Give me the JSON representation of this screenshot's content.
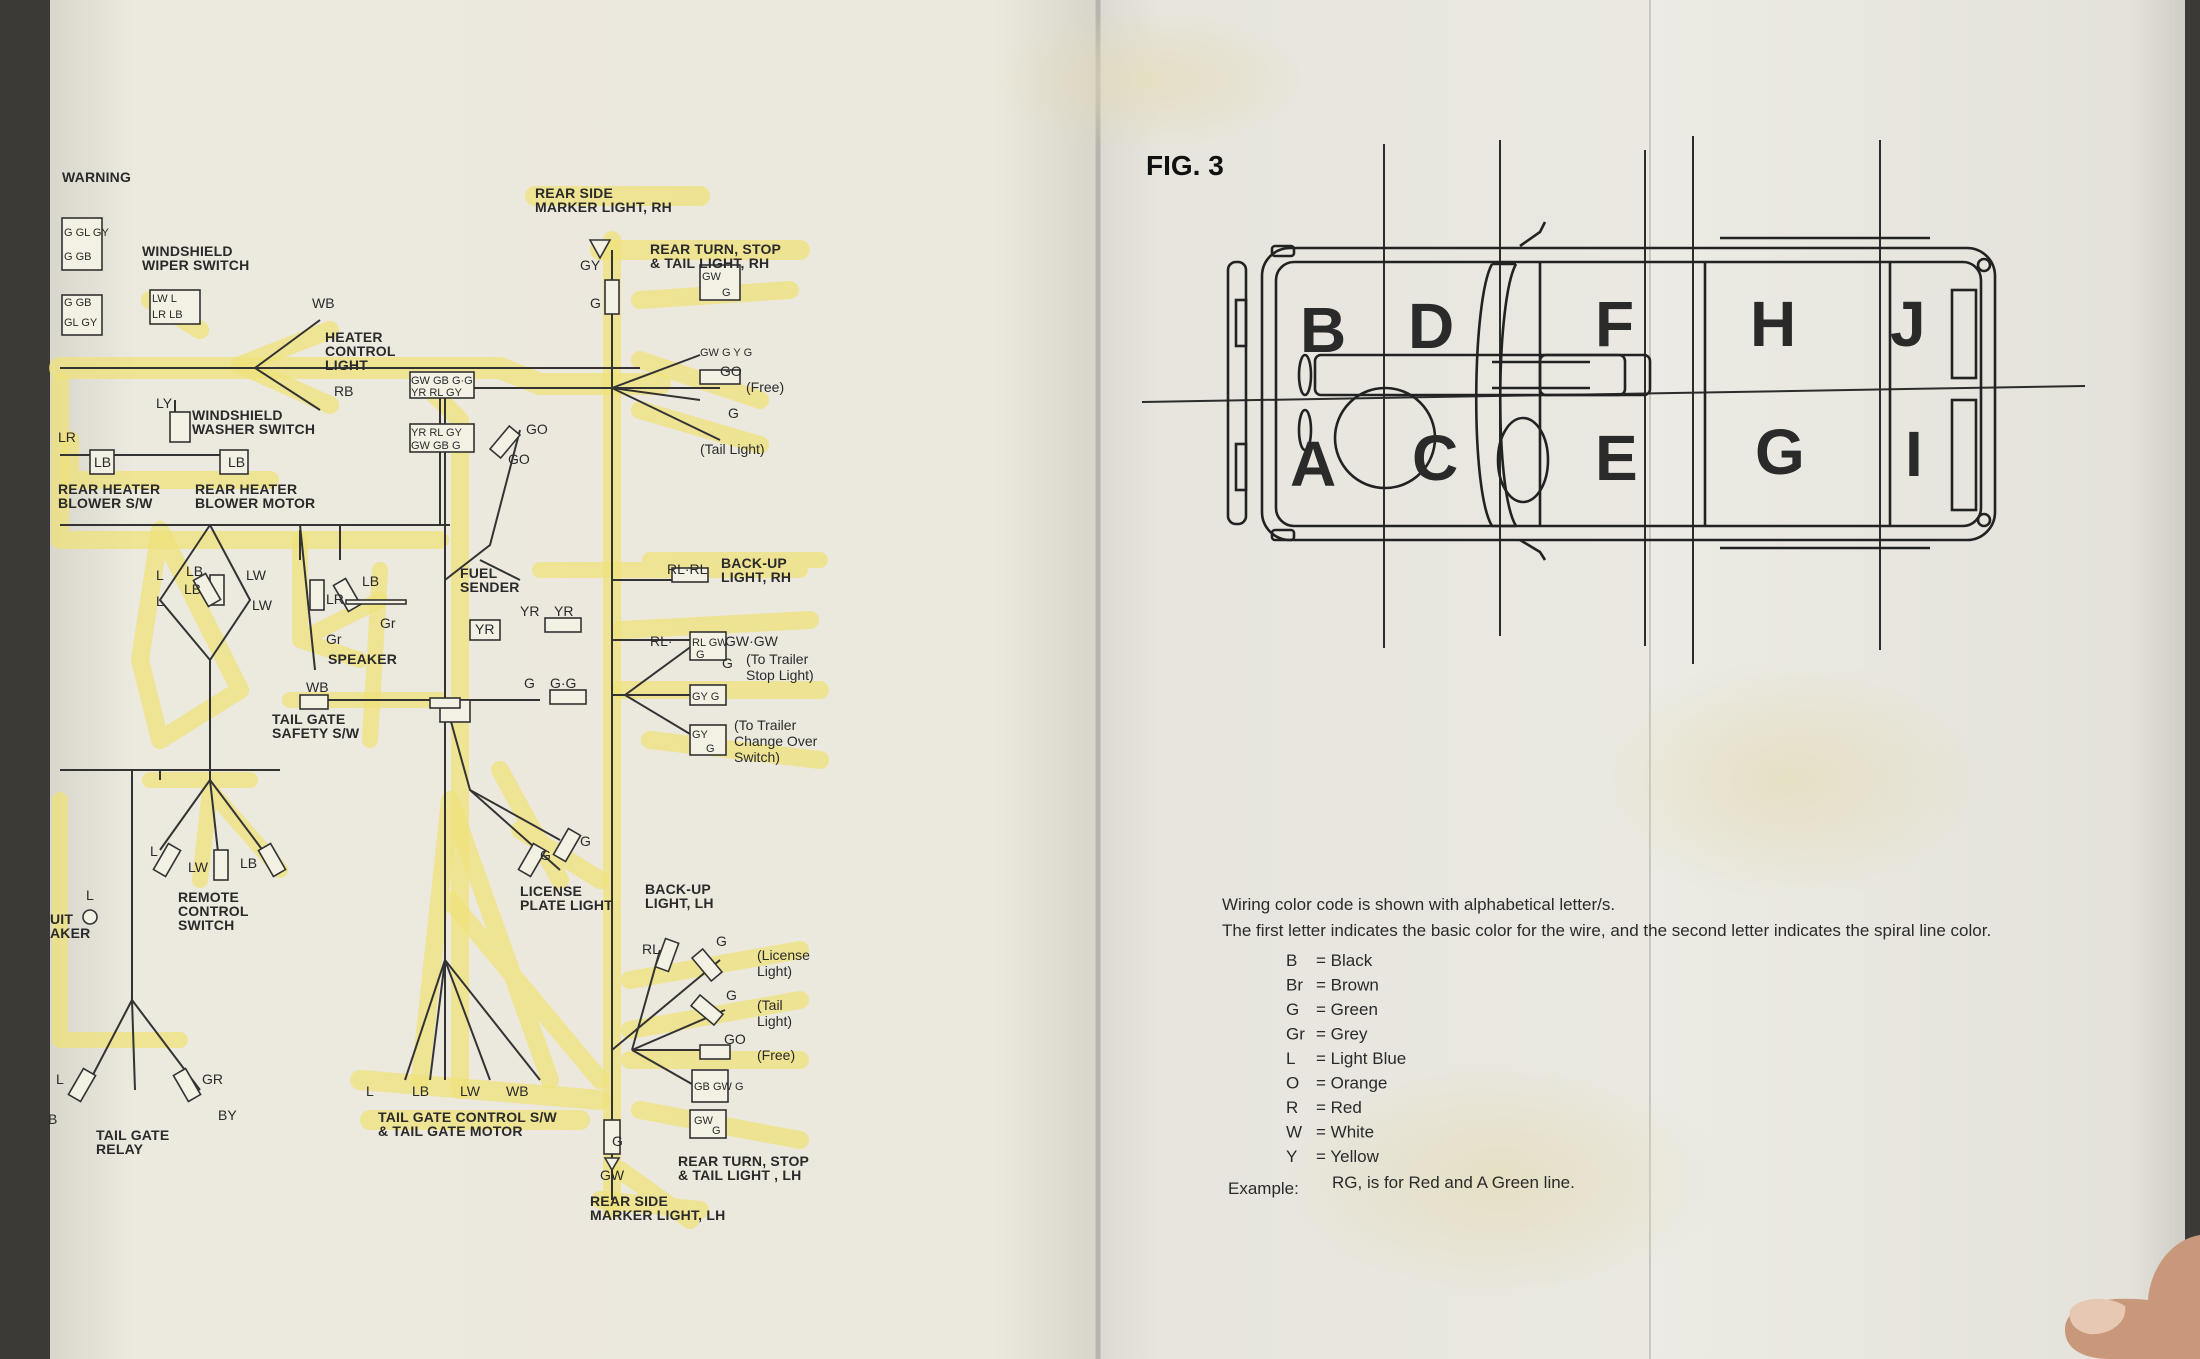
{
  "figure": {
    "title": "FIG. 3"
  },
  "zones": [
    "B",
    "D",
    "F",
    "H",
    "J",
    "A",
    "C",
    "E",
    "G",
    "I"
  ],
  "wiring_labels": {
    "warning": "WARNING",
    "windshield_wiper_switch": [
      "WINDSHIELD",
      "WIPER SWITCH"
    ],
    "heater_control_light": [
      "HEATER",
      "CONTROL",
      "LIGHT"
    ],
    "windshield_washer_switch": [
      "WINDSHIELD",
      "WASHER SWITCH"
    ],
    "rear_heater_blower_sw": [
      "REAR HEATER",
      "BLOWER S/W"
    ],
    "rear_heater_blower_motor": [
      "REAR HEATER",
      "BLOWER MOTOR"
    ],
    "rear_side_marker_rh": [
      "REAR SIDE",
      "MARKER LIGHT, RH"
    ],
    "rear_turn_stop_tail_rh": [
      "REAR TURN, STOP",
      "& TAIL LIGHT, RH"
    ],
    "free_1": "(Free)",
    "tail_light_1": "(Tail Light)",
    "back_up_light_rh": [
      "BACK-UP",
      "LIGHT, RH"
    ],
    "fuel_sender": [
      "FUEL",
      "SENDER"
    ],
    "speaker": "SPEAKER",
    "to_trailer_stop": [
      "(To Trailer",
      "Stop Light)"
    ],
    "tail_gate_safety": [
      "TAIL GATE",
      "SAFETY S/W"
    ],
    "to_trailer_change": [
      "(To Trailer",
      "Change Over",
      "Switch)"
    ],
    "remote_control_switch": [
      "REMOTE",
      "CONTROL",
      "SWITCH"
    ],
    "license_plate_light": [
      "LICENSE",
      "PLATE LIGHT"
    ],
    "back_up_light_lh": [
      "BACK-UP",
      "LIGHT, LH"
    ],
    "license_light": [
      "(License",
      "Light)"
    ],
    "tail_light_2": [
      "(Tail",
      "Light)"
    ],
    "free_2": "(Free)",
    "circuit_breaker_partial": [
      "UIT",
      "AKER"
    ],
    "tail_gate_relay": [
      "TAIL GATE",
      "RELAY"
    ],
    "tail_gate_control": [
      "TAIL GATE CONTROL S/W",
      "& TAIL GATE MOTOR"
    ],
    "rear_turn_stop_tail_lh": [
      "REAR TURN, STOP",
      "& TAIL LIGHT , LH"
    ],
    "rear_side_marker_lh": [
      "REAR SIDE",
      "MARKER LIGHT, LH"
    ]
  },
  "wire_codes": {
    "wb_1": "WB",
    "rb": "RB",
    "ly": "LY",
    "lr_1": "LR",
    "lb_box": "LB",
    "lb_box2": "LB",
    "gy_1": "GY",
    "g_1": "G",
    "go_1": "GO",
    "g_2": "G",
    "go_2": "GO",
    "go_3": "GO",
    "rl_rl": "RL·RL",
    "yr_1": "YR",
    "yr_2": "YR",
    "yr_3": "YR",
    "rl_1": "RL·",
    "gw_gw": "GW·GW",
    "g_3": "G",
    "g_4": "G",
    "g_g": "G·G",
    "wb_2": "WB",
    "l_1": "L",
    "lb_1": "LB",
    "lw_1": "LW",
    "lb_2": "LB",
    "lw_2": "LW",
    "l_2": "L",
    "lr_2": "LR",
    "lb_3": "LB",
    "gr_1": "Gr",
    "gr_2": "Gr",
    "l_3": "L",
    "lw_3": "LW",
    "lb_4": "LB",
    "l_4": "L",
    "g_5": "G",
    "g_6": "G",
    "rl_2": "RL",
    "g_7": "G",
    "g_8": "G",
    "go_4": "GO",
    "l_5": "L",
    "gr_3": "GR",
    "by": "BY",
    "b_1": "B",
    "l_6": "L",
    "lb_5": "LB",
    "lw_4": "LW",
    "wb_3": "WB",
    "g_9": "G",
    "gw_2": "GW",
    "conn_a": [
      "GW GB G·G",
      "YR RL GY"
    ],
    "conn_b": [
      "YR RL GY",
      "GW GB G"
    ],
    "conn_c": [
      "G GL GY",
      "G GB"
    ],
    "conn_d": [
      "G GB",
      "GL GY"
    ],
    "conn_e": [
      "LW L",
      "LR LB"
    ],
    "conn_f": [
      "GW",
      "G"
    ],
    "conn_g": "GW G Y G",
    "conn_h": [
      "RL GW",
      "G"
    ],
    "conn_i": "GY G",
    "conn_j": [
      "GY",
      "G"
    ],
    "conn_k": [
      "GB GW G"
    ],
    "conn_l": [
      "GW",
      "G"
    ]
  },
  "legend": {
    "intro": [
      "Wiring color code is shown with alphabetical letter/s.",
      "The first letter indicates the basic color for the wire, and the second letter indicates the spiral line color."
    ],
    "codes": [
      {
        "code": "B",
        "name": "= Black"
      },
      {
        "code": "Br",
        "name": "= Brown"
      },
      {
        "code": "G",
        "name": "= Green"
      },
      {
        "code": "Gr",
        "name": "= Grey"
      },
      {
        "code": "L",
        "name": "= Light Blue"
      },
      {
        "code": "O",
        "name": "= Orange"
      },
      {
        "code": "R",
        "name": "= Red"
      },
      {
        "code": "W",
        "name": "= White"
      },
      {
        "code": "Y",
        "name": "= Yellow"
      }
    ],
    "example_label": "Example:",
    "example_text": "RG, is for Red and A Green line."
  },
  "colors": {
    "highlighter": "#efe17a",
    "paper_left": "#eae7dd",
    "paper_right": "#e9e7df",
    "ink": "#262626"
  }
}
